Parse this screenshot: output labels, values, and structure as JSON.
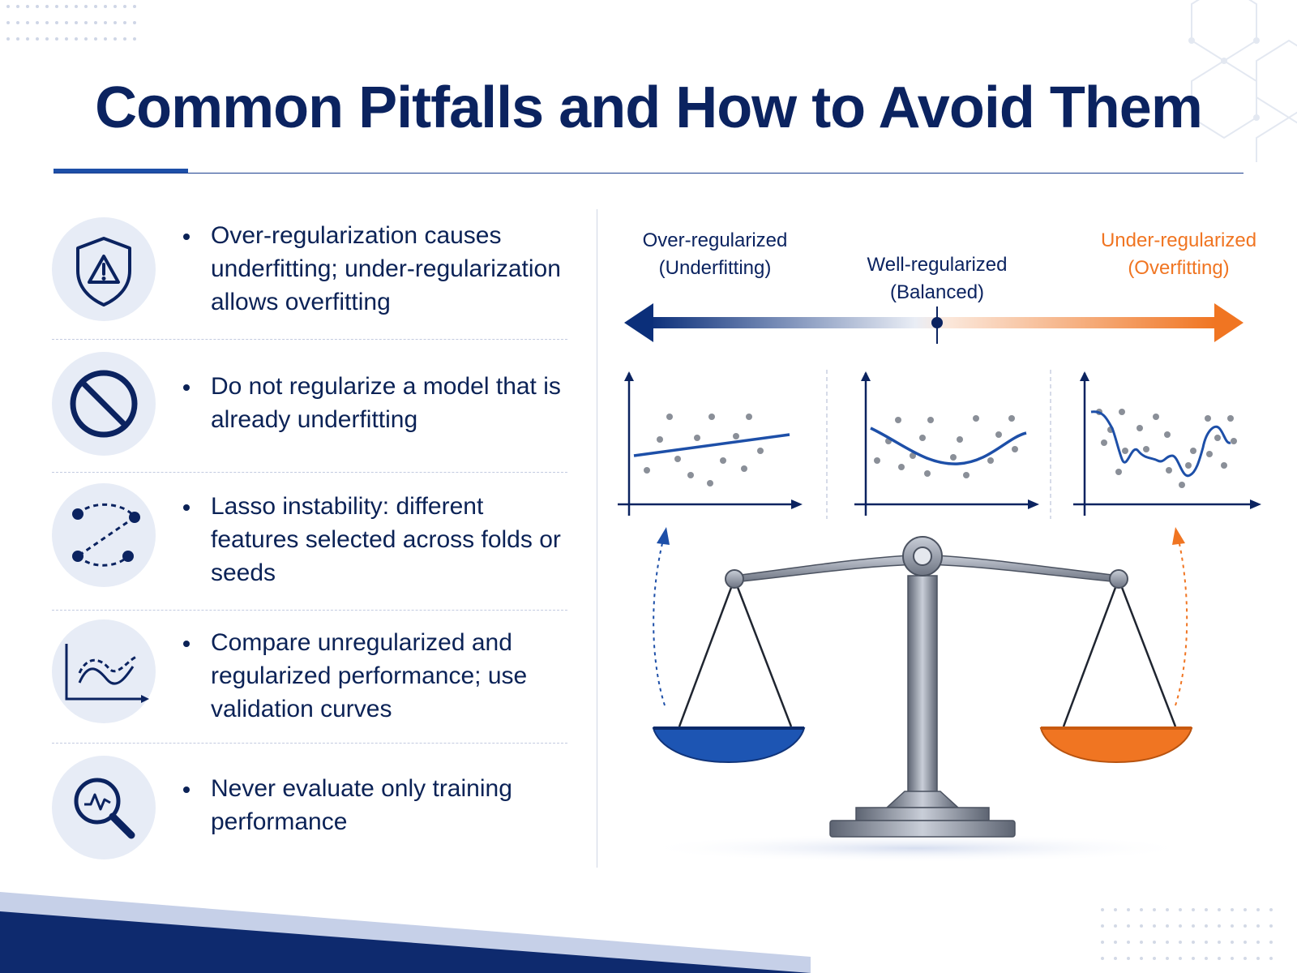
{
  "title": "Common Pitfalls and How to Avoid Them",
  "pitfalls": [
    {
      "icon": "shield-warning-icon",
      "text": "Over-regularization causes underfitting; under-regularization allows overfitting"
    },
    {
      "icon": "prohibited-icon",
      "text": "Do not regularize a model that is already underfitting"
    },
    {
      "icon": "unstable-path-icon",
      "text": "Lasso instability: different features selected across folds or seeds"
    },
    {
      "icon": "validation-curve-icon",
      "text": "Compare unregularized and regularized performance; use validation curves"
    },
    {
      "icon": "magnifier-chart-icon",
      "text": "Never evaluate only training performance"
    }
  ],
  "spectrum": {
    "left_line1": "Over-regularized",
    "left_line2": "(Underfitting)",
    "center_line1": "Well-regularized",
    "center_line2": "(Balanced)",
    "right_line1": "Under-regularized",
    "right_line2": "(Overfitting)"
  },
  "colors": {
    "navy": "#0b2360",
    "blue": "#1d4fa8",
    "orange": "#f07522",
    "gray_dots": "#8a8f98"
  }
}
